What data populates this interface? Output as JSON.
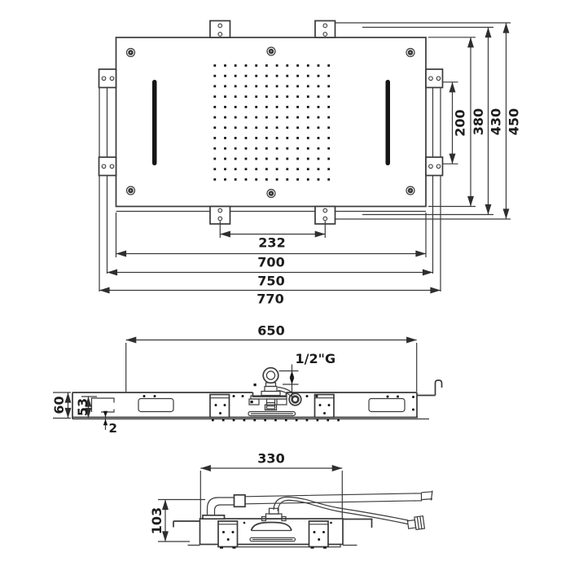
{
  "drawing": {
    "top_view": {
      "bracket_spacing_bottom": "232",
      "panel_width": "700",
      "frame_width": "750",
      "overall_width": "770",
      "bracket_spacing_side": "200",
      "panel_height": "380",
      "frame_height": "430",
      "overall_height": "450",
      "nozzle_grid": {
        "rows": 12,
        "cols": 12
      }
    },
    "side_view": {
      "body_width": "650",
      "inlet_thread": "1/2\"G",
      "total_depth": "60",
      "recess_depth": "53",
      "ceiling_lip": "2",
      "nozzle_count": 13
    },
    "section_view": {
      "center_body_width": "330",
      "install_depth": "103"
    }
  },
  "colors": {
    "line": "#3a3a3a",
    "dark": "#161616",
    "background": "#ffffff"
  }
}
